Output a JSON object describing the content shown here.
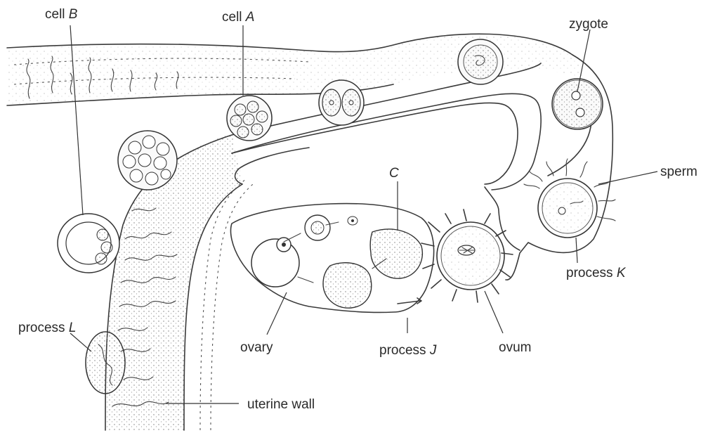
{
  "labels": {
    "cell_b": {
      "text": "cell",
      "letter": "B"
    },
    "cell_a": {
      "text": "cell",
      "letter": "A"
    },
    "zygote": {
      "text": "zygote"
    },
    "sperm": {
      "text": "sperm"
    },
    "c": {
      "text": "",
      "letter": "C"
    },
    "process_k": {
      "text": "process",
      "letter": "K"
    },
    "process_l": {
      "text": "process",
      "letter": "L"
    },
    "ovary": {
      "text": "ovary"
    },
    "process_j": {
      "text": "process",
      "letter": "J"
    },
    "ovum": {
      "text": "ovum"
    },
    "uterine_wall": {
      "text": "uterine wall"
    }
  },
  "colors": {
    "ink": "#3a3a3a",
    "background": "#ffffff"
  }
}
